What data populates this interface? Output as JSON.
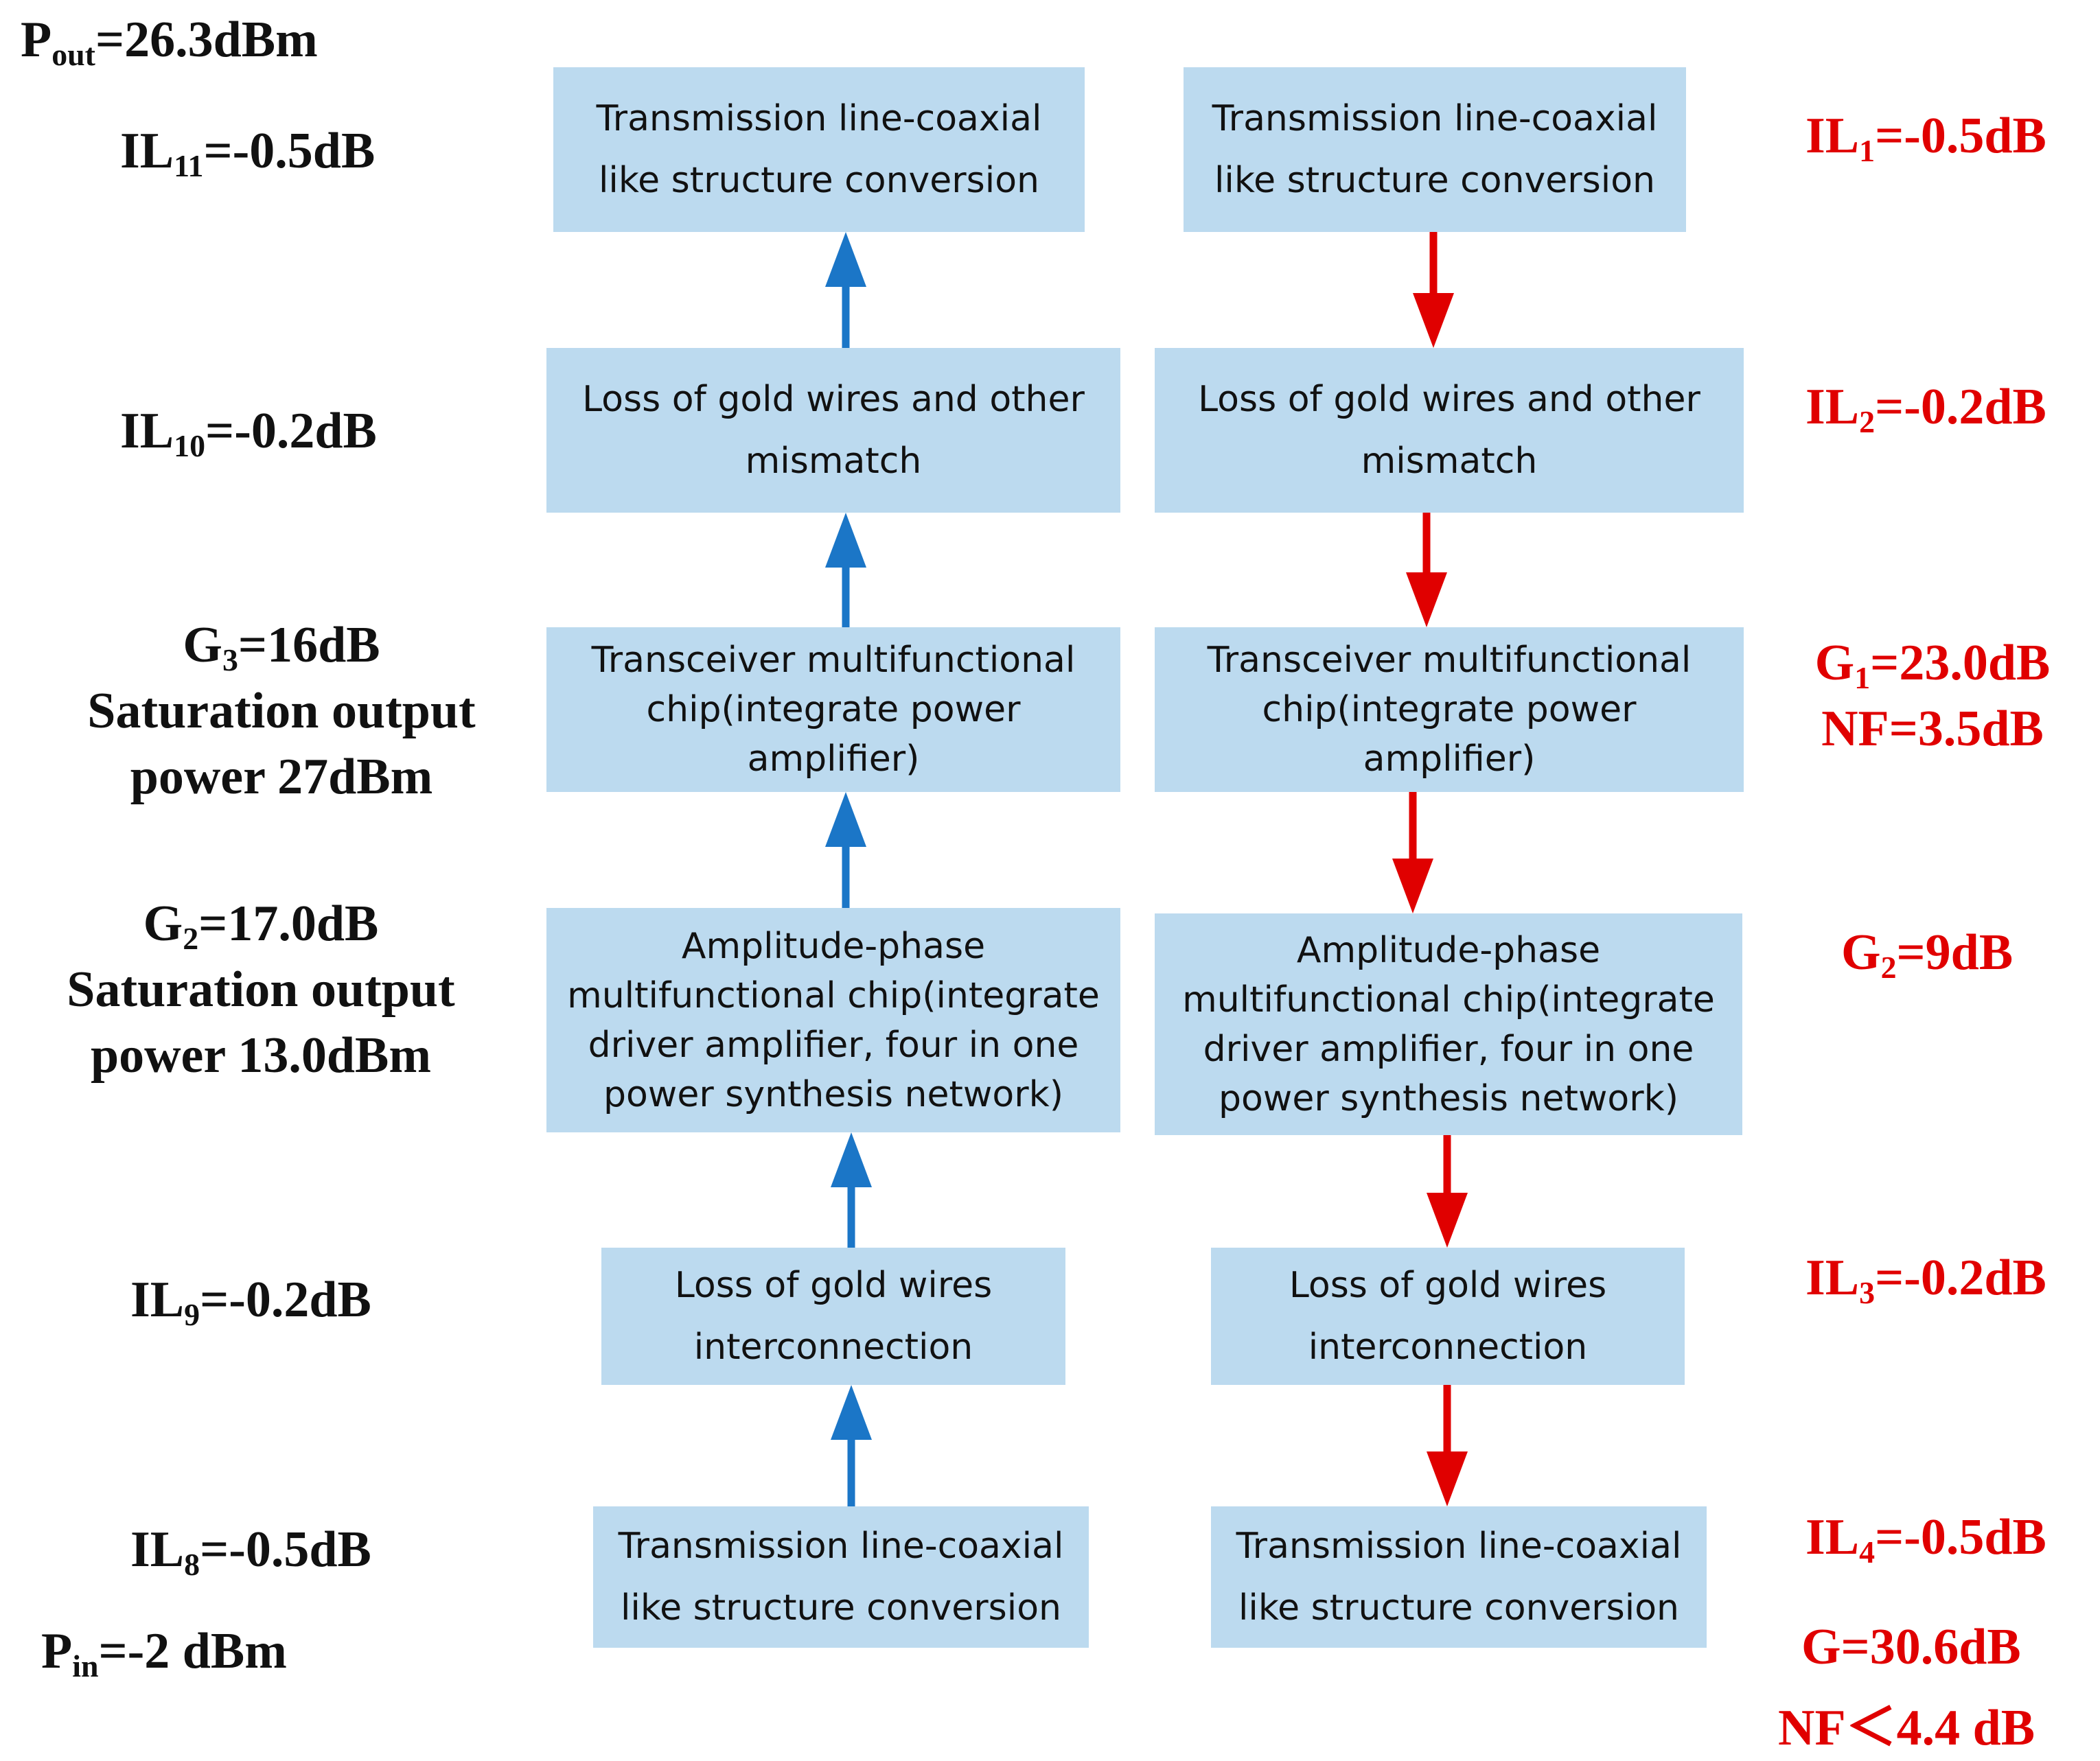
{
  "colors": {
    "box_fill": "#bcdaef",
    "up_arrow": "#1b76c7",
    "down_arrow": "#e00000",
    "left_text": "#111111",
    "right_text": "#e00000"
  },
  "left_chain": {
    "boxes": [
      {
        "text": "Transmission line-coaxial\nlike structure conversion"
      },
      {
        "text": "Loss of gold wires and other\nmismatch"
      },
      {
        "text": "Transceiver multifunctional\nchip(integrate power\namplifier)"
      },
      {
        "text": "Amplitude-phase\nmultifunctional chip(integrate\ndriver amplifier, four in one\npower synthesis network)"
      },
      {
        "text": "Loss of gold wires\ninterconnection"
      },
      {
        "text": "Transmission line-coaxial\nlike structure conversion"
      }
    ],
    "direction": "up"
  },
  "right_chain": {
    "boxes": [
      {
        "text": "Transmission line-coaxial\nlike structure conversion"
      },
      {
        "text": "Loss of gold wires and other\nmismatch"
      },
      {
        "text": "Transceiver multifunctional\nchip(integrate power\namplifier)"
      },
      {
        "text": "Amplitude-phase\nmultifunctional chip(integrate\ndriver amplifier, four in one\npower synthesis network)"
      },
      {
        "text": "Loss of gold wires\ninterconnection"
      },
      {
        "text": "Transmission line-coaxial\nlike structure conversion"
      }
    ],
    "direction": "down"
  },
  "left_labels": {
    "pout": {
      "base": "P",
      "sub": "out",
      "rest": "=26.3dBm"
    },
    "il11": {
      "base": "IL",
      "sub": "11",
      "rest": "=-0.5dB"
    },
    "il10": {
      "base": "IL",
      "sub": "10",
      "rest": "=-0.2dB"
    },
    "g3": {
      "base": "G",
      "sub": "3",
      "rest": "=16dB",
      "line2": "Saturation output",
      "line3": "power 27dBm"
    },
    "g2": {
      "base": "G",
      "sub": "2",
      "rest": "=17.0dB",
      "line2": "Saturation output",
      "line3": "power 13.0dBm"
    },
    "il9": {
      "base": "IL",
      "sub": "9",
      "rest": "=-0.2dB"
    },
    "il8": {
      "base": "IL",
      "sub": "8",
      "rest": "=-0.5dB"
    },
    "pin": {
      "base": "P",
      "sub": "in",
      "rest": "=-2 dBm"
    }
  },
  "right_labels": {
    "il1": {
      "base": "IL",
      "sub": "1",
      "rest": "=-0.5dB"
    },
    "il2": {
      "base": "IL",
      "sub": "2",
      "rest": "=-0.2dB"
    },
    "g1": {
      "base": "G",
      "sub": "1",
      "rest": "=23.0dB",
      "line2": "NF=3.5dB"
    },
    "g2": {
      "base": "G",
      "sub": "2",
      "rest": "=9dB"
    },
    "il3": {
      "base": "IL",
      "sub": "3",
      "rest": "=-0.2dB"
    },
    "il4": {
      "base": "IL",
      "sub": "4",
      "rest": "=-0.5dB"
    },
    "total_gain": "G=30.6dB",
    "total_nf": "NF＜4.4 dB"
  }
}
